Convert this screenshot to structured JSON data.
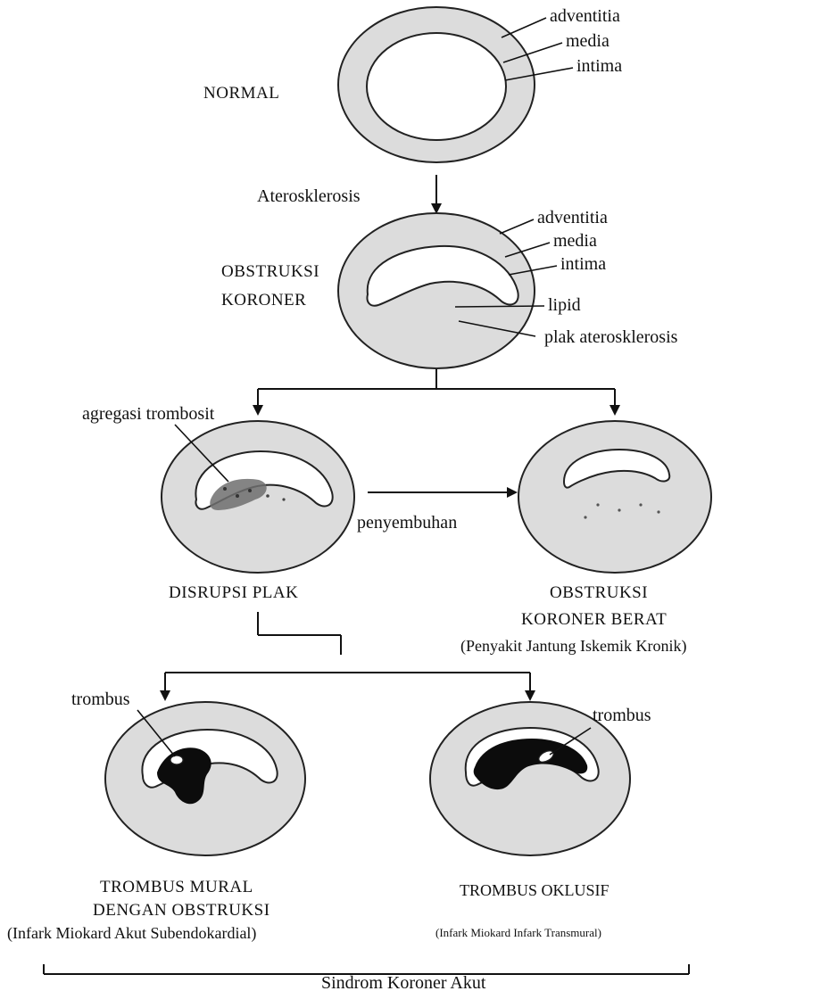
{
  "normal": {
    "title": "NORMAL",
    "labels": {
      "adventitia": "adventitia",
      "media": "media",
      "intima": "intima"
    }
  },
  "step1_label": "Aterosklerosis",
  "obstruksi": {
    "title_line1": "OBSTRUKSI",
    "title_line2": "KORONER",
    "labels": {
      "adventitia": "adventitia",
      "media": "media",
      "intima": "intima",
      "lipid": "lipid",
      "plak": "plak aterosklerosis"
    }
  },
  "disrupsi": {
    "title": "DISRUPSI PLAK",
    "agregasi_label": "agregasi trombosit"
  },
  "healing_label": "penyembuhan",
  "berat": {
    "title_line1": "OBSTRUKSI",
    "title_line2": "KORONER BERAT",
    "subtitle": "(Penyakit Jantung Iskemik Kronik)"
  },
  "mural": {
    "trombus_label": "trombus",
    "title_line1": "TROMBUS MURAL",
    "title_line2": "DENGAN OBSTRUKSI",
    "subtitle": "(Infark Miokard Akut Subendokardial)"
  },
  "oklusif": {
    "trombus_label": "trombus",
    "title": "TROMBUS OKLUSIF",
    "subtitle": "(Infark Miokard Infark Transmural)"
  },
  "footer_label": "Sindrom Koroner Akut",
  "colors": {
    "wall": "#dcdcdc",
    "lumen": "#ffffff",
    "ink": "#111111",
    "thrombus": "#0c0c0c"
  }
}
